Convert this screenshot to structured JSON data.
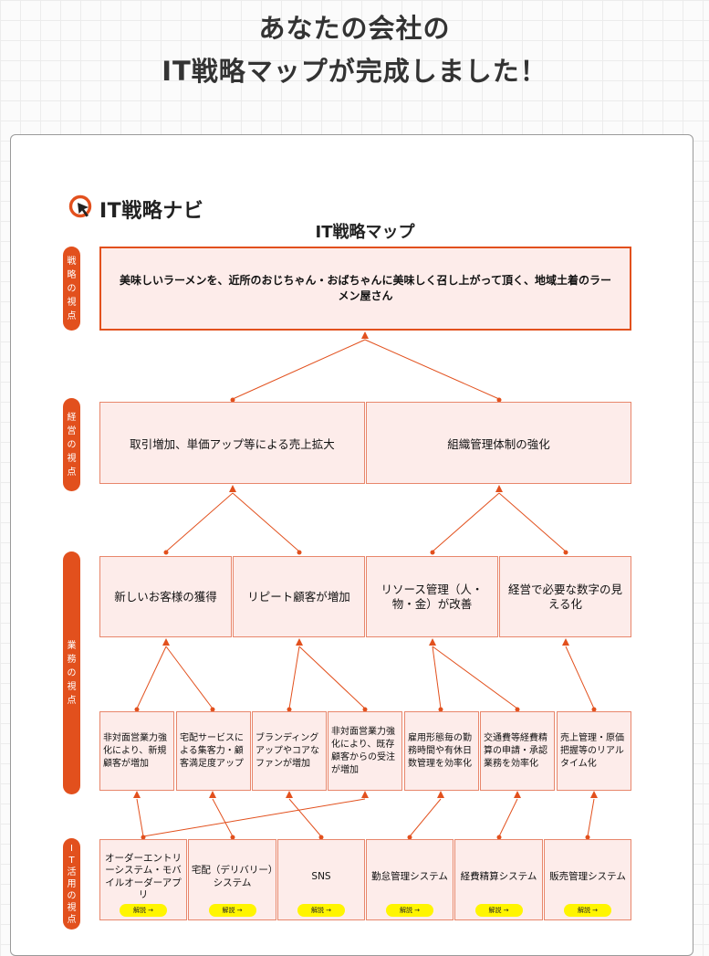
{
  "page": {
    "heading_line1": "あなたの会社の",
    "heading_line2": "IT戦略マップが完成しました！"
  },
  "logo": {
    "text": "IT戦略ナビ",
    "icon": "q-pointer-icon"
  },
  "map": {
    "title": "IT戦略マップ",
    "pills": [
      {
        "chars": [
          "戦",
          "略",
          "の",
          "視",
          "点"
        ]
      },
      {
        "chars": [
          "経",
          "営",
          "の",
          "視",
          "点"
        ]
      },
      {
        "chars": [
          "業",
          "務",
          "の",
          "視",
          "点"
        ]
      },
      {
        "chars": [
          "I",
          "T",
          "活",
          "用",
          "の",
          "視",
          "点"
        ]
      }
    ],
    "vision": "美味しいラーメンを、近所のおじちゃん・おばちゃんに美味しく召し上がって頂く、地域土着のラーメン屋さん",
    "management": [
      "取引増加、単価アップ等による売上拡大",
      "組織管理体制の強化"
    ],
    "business": [
      "新しいお客様の獲得",
      "リピート顧客が増加",
      "リソース管理（人・物・金）が改善",
      "経営で必要な数字の見える化"
    ],
    "tasks": [
      "非対面営業力強化により、新規顧客が増加",
      "宅配サービスによる集客力・顧客満足度アップ",
      "ブランディングアップやコアなファンが増加",
      "非対面営業力強化により、既存顧客からの受注が増加",
      "雇用形態毎の勤務時間や有休日数管理を効率化",
      "交通費等経費精算の申請・承認業務を効率化",
      "売上管理・原価把握等のリアルタイム化"
    ],
    "it_systems": [
      "オーダーエントリーシステム・モバイルオーダーアプリ",
      "宅配（デリバリー）システム",
      "SNS",
      "勤怠管理システム",
      "経費精算システム",
      "販売管理システム"
    ],
    "explain_label": "解説 →"
  },
  "colors": {
    "accent": "#e2501d",
    "node_fill": "#fdecea",
    "node_border": "#e8866b",
    "button": "#fff500"
  }
}
